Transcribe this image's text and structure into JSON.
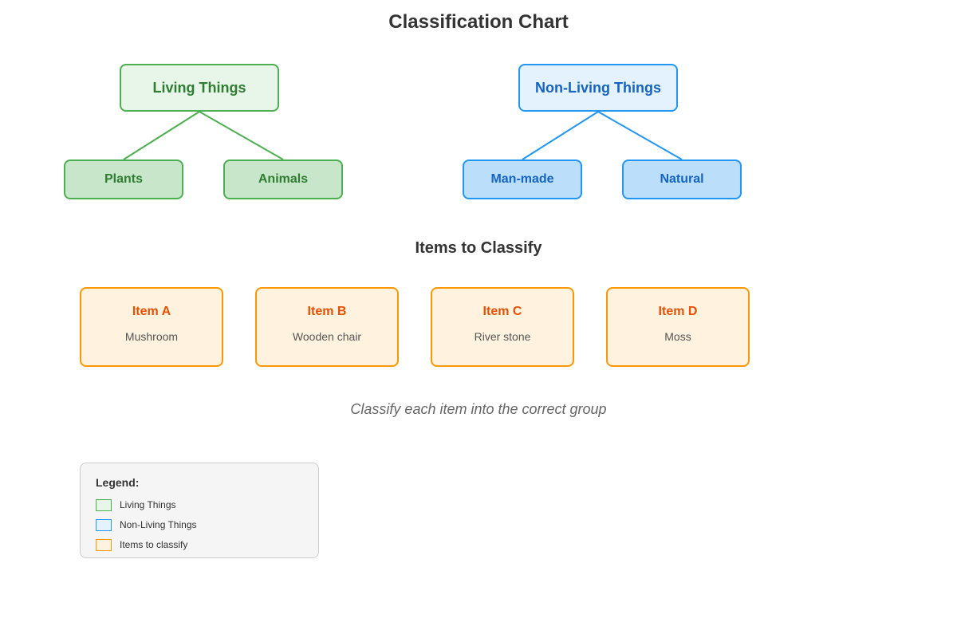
{
  "title": "Classification Chart",
  "groups": [
    {
      "label": "Living Things",
      "color": "#4caf50",
      "children": [
        "Plants",
        "Animals"
      ]
    },
    {
      "label": "Non-Living Things",
      "color": "#2196f3",
      "children": [
        "Man-made",
        "Natural"
      ]
    }
  ],
  "items_heading": "Items to Classify",
  "items": [
    {
      "label": "Item A",
      "description": "Mushroom"
    },
    {
      "label": "Item B",
      "description": "Wooden chair"
    },
    {
      "label": "Item C",
      "description": "River stone"
    },
    {
      "label": "Item D",
      "description": "Moss"
    }
  ],
  "instruction": "Classify each item into the correct group",
  "legend": {
    "title": "Legend:",
    "entries": [
      {
        "label": "Living Things",
        "fill": "#e8f5e9",
        "stroke": "#4caf50"
      },
      {
        "label": "Non-Living Things",
        "fill": "#e3f2fd",
        "stroke": "#2196f3"
      },
      {
        "label": "Items to classify",
        "fill": "#fff3e0",
        "stroke": "#ff9800"
      }
    ]
  }
}
